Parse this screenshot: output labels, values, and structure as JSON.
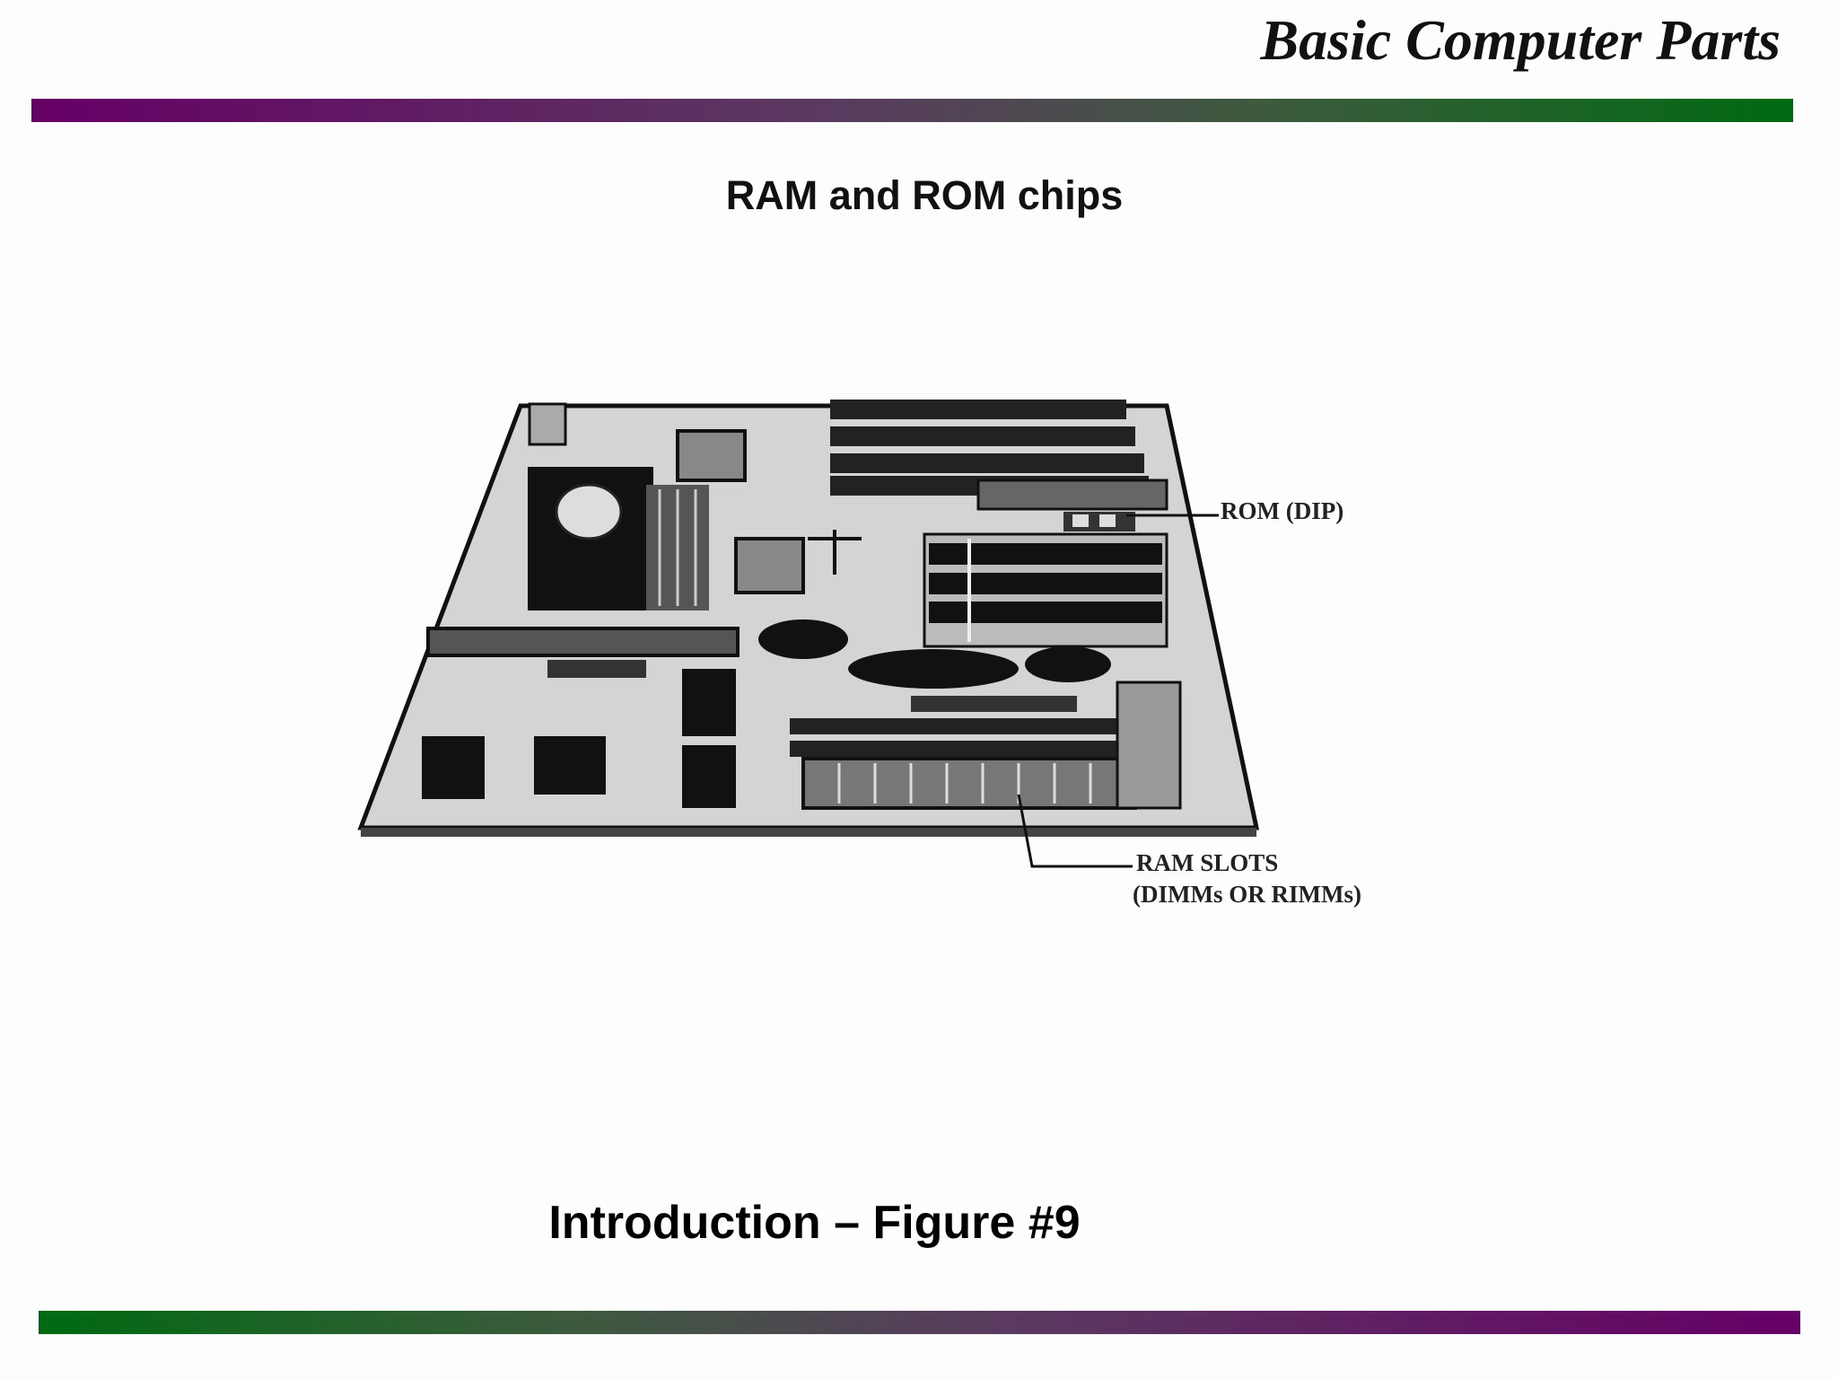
{
  "header": {
    "title": "Basic Computer Parts"
  },
  "slide": {
    "subtitle": "RAM and ROM chips",
    "caption": "Introduction – Figure #9"
  },
  "figure": {
    "labels": {
      "rom": "ROM (DIP)",
      "ram_line1": "RAM SLOTS",
      "ram_line2": "(DIMMs OR RIMMs)"
    }
  },
  "colors": {
    "purple": "#660066",
    "green": "#006a12"
  }
}
